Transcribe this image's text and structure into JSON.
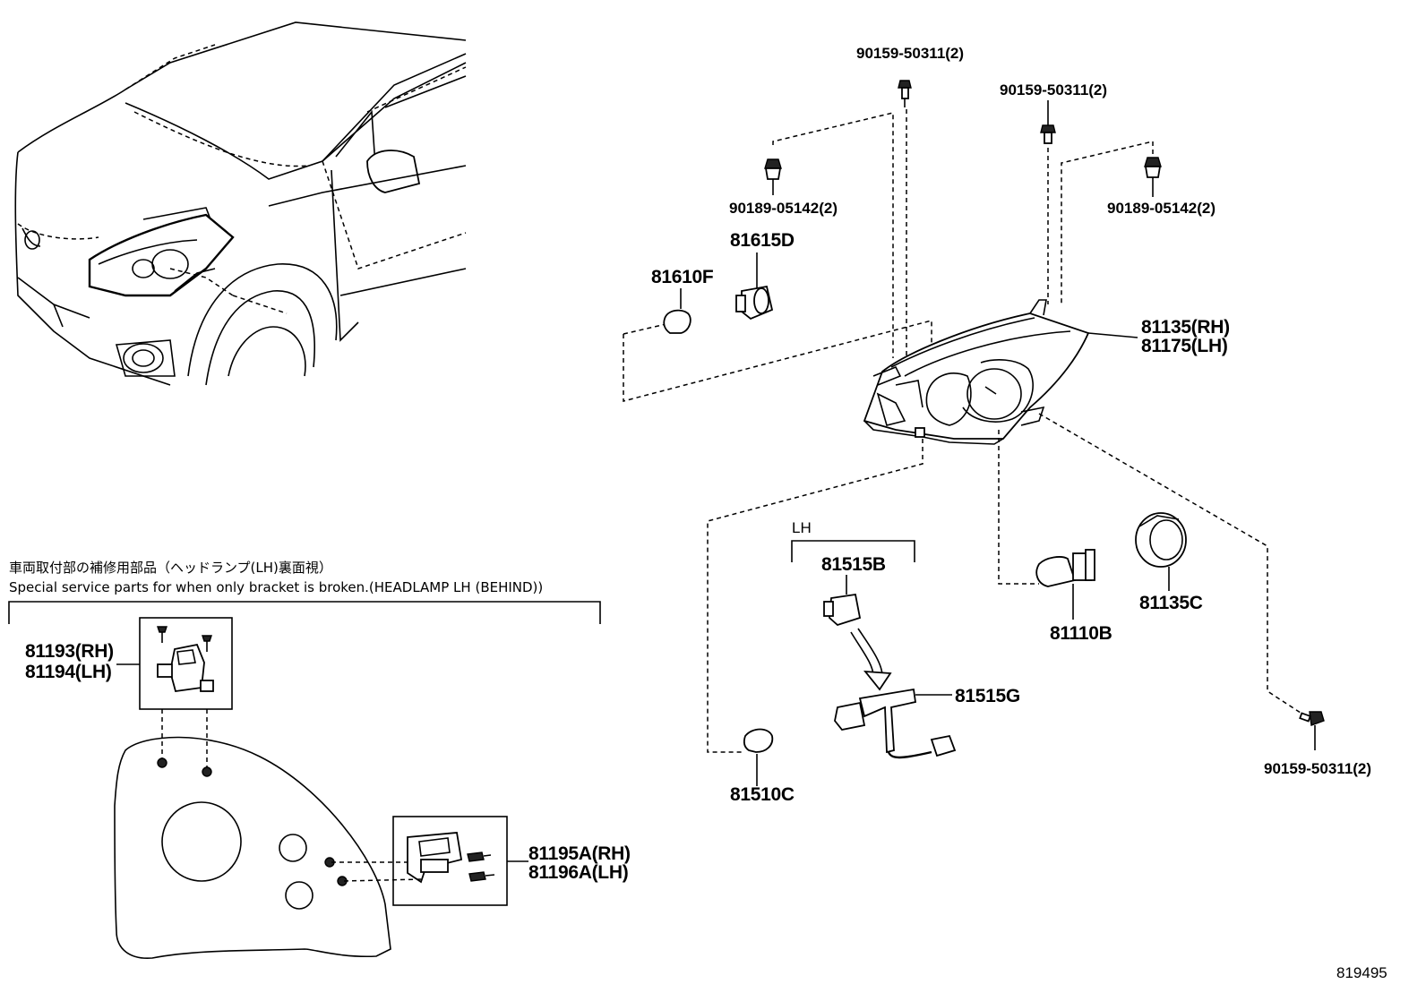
{
  "labels": {
    "bolt_top_center": "90159-50311(2)",
    "bolt_top_right": "90159-50311(2)",
    "screw_left": "90189-05142(2)",
    "screw_right": "90189-05142(2)",
    "socket_81615d": "81615D",
    "bulb_81610f": "81610F",
    "headlamp_rh": "81135(RH)",
    "headlamp_lh": "81175(LH)",
    "lh_group": "LH",
    "socket_81515b": "81515B",
    "wire_81515g": "81515G",
    "bulb_81510c": "81510C",
    "bulb_81110b": "81110B",
    "cap_81135c": "81135C",
    "bolt_bottom_right": "90159-50311(2)",
    "bracket_top_rh": "81193(RH)",
    "bracket_top_lh": "81194(LH)",
    "bracket_side_rh": "81195A(RH)",
    "bracket_side_lh": "81196A(LH)",
    "figure_number": "819495"
  },
  "note": {
    "japanese": "車両取付部の補修用部品（ヘッドランプ(LH)裏面視）",
    "english": "Special service parts for when only bracket is broken.(HEADLAMP LH (BEHIND))"
  }
}
